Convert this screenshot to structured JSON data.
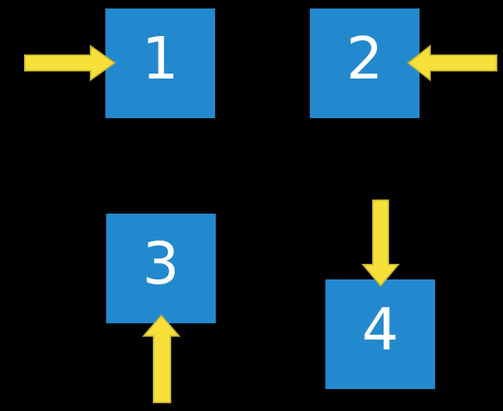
{
  "canvas": {
    "background": "#000000"
  },
  "colors": {
    "square_blue": "#2389CE",
    "arrow_yellow": "#F8E03B",
    "arrow_outline": "#C9B42F",
    "number_white": "#FFFFFF"
  },
  "squares": [
    {
      "label": "1",
      "arrow_from": "left"
    },
    {
      "label": "2",
      "arrow_from": "right"
    },
    {
      "label": "3",
      "arrow_from": "below"
    },
    {
      "label": "4",
      "arrow_from": "above"
    }
  ]
}
